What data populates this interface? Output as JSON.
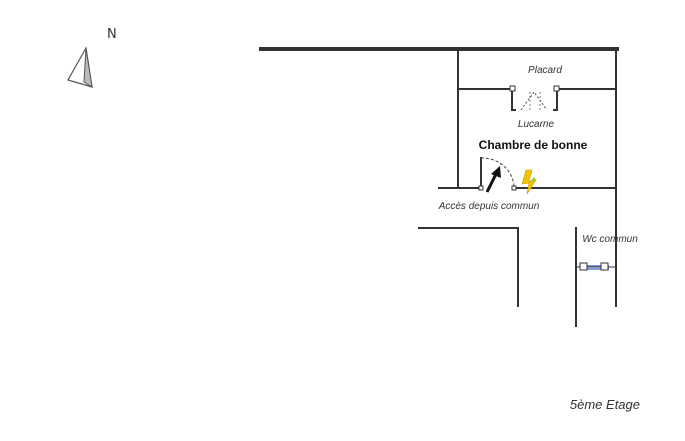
{
  "compass": {
    "label": "N",
    "icon": "north-arrow-icon"
  },
  "rooms": {
    "placard": "Placard",
    "lucarne": "Lucarne",
    "chambre": "Chambre de bonne",
    "acces": "Accès depuis commun",
    "wc": "Wc commun"
  },
  "floor_label": "5ème Etage",
  "icons": [
    "north-arrow-icon",
    "door-swing-icon",
    "lightning-icon",
    "entry-arrow-icon",
    "window-icon"
  ],
  "colors": {
    "wall": "#333333",
    "lightning": "#f2c200",
    "lightning_accent": "#9ac83a",
    "window_line": "#5b7bd6"
  }
}
